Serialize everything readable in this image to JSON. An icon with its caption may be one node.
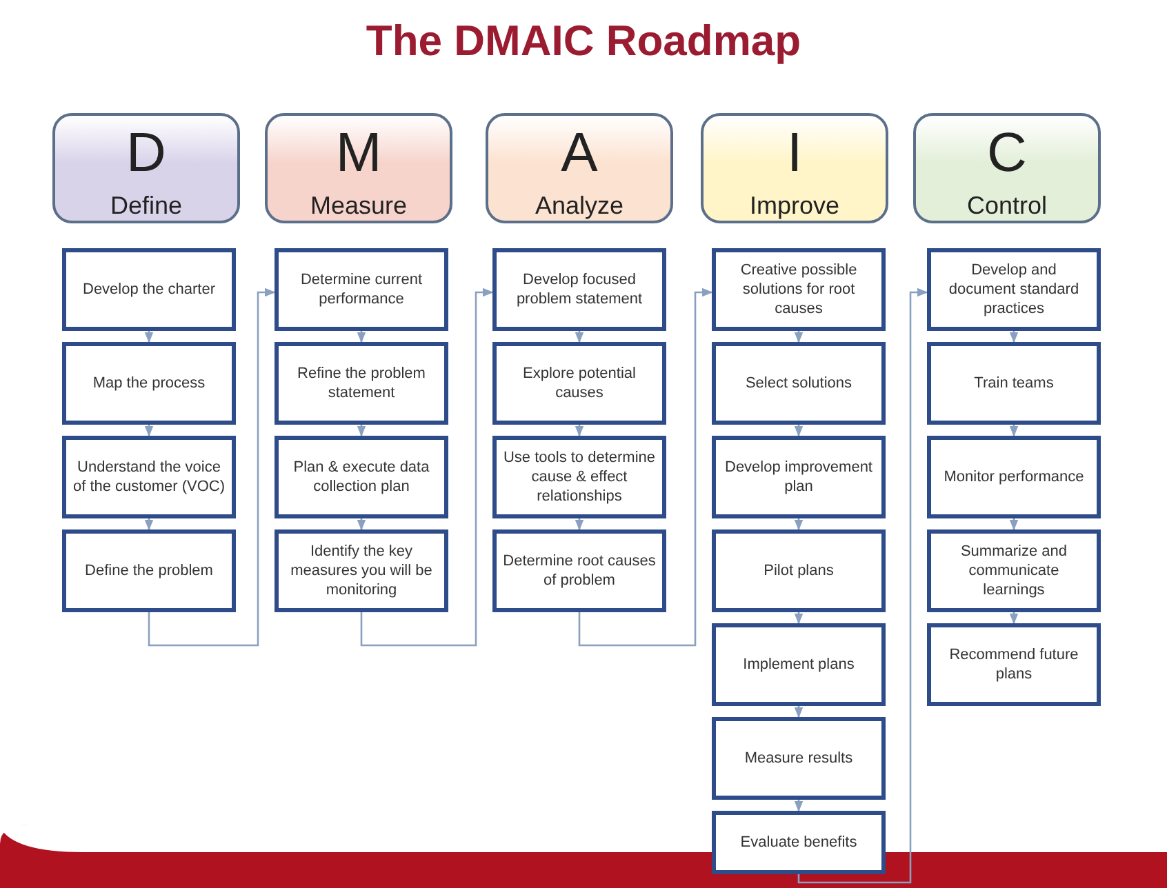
{
  "diagram": {
    "title": "The DMAIC Roadmap",
    "nodes": [
      {
        "text": [
          "D",
          "Define"
        ]
      },
      {
        "text": [
          "M",
          "Measure"
        ]
      },
      {
        "text": [
          "A",
          "Analyze"
        ]
      },
      {
        "text": [
          "I",
          "Improve"
        ]
      },
      {
        "text": [
          "C",
          "Control"
        ]
      },
      {
        "text": [
          "Develop the charter"
        ]
      },
      {
        "text": [
          "Map the process"
        ]
      },
      {
        "text": [
          "Understand the voice of the customer (VOC)"
        ]
      },
      {
        "text": [
          "Define the problem"
        ]
      },
      {
        "text": [
          "Determine current performance"
        ]
      },
      {
        "text": [
          "Refine the problem statement"
        ]
      },
      {
        "text": [
          "Plan & execute data collection plan"
        ]
      },
      {
        "text": [
          "Identify the key measures you will be monitoring"
        ]
      },
      {
        "text": [
          "Develop focused problem statement"
        ]
      },
      {
        "text": [
          "Explore potential causes"
        ]
      },
      {
        "text": [
          "Use tools to determine cause & effect relationships"
        ]
      },
      {
        "text": [
          "Determine root causes of problem"
        ]
      },
      {
        "text": [
          "Creative possible solutions for root causes"
        ]
      },
      {
        "text": [
          "Select solutions"
        ]
      },
      {
        "text": [
          "Develop improvement plan"
        ]
      },
      {
        "text": [
          "Pilot plans"
        ]
      },
      {
        "text": [
          "Implement plans"
        ]
      },
      {
        "text": [
          "Measure results"
        ]
      },
      {
        "text": [
          "Evaluate benefits"
        ]
      },
      {
        "text": [
          "Develop and document standard practices"
        ]
      },
      {
        "text": [
          "Train teams"
        ]
      },
      {
        "text": [
          "Monitor performance"
        ]
      },
      {
        "text": [
          "Summarize and communicate learnings"
        ]
      },
      {
        "text": [
          "Recommend future plans"
        ]
      }
    ],
    "edges": [
      {
        "from": 5,
        "to": 6,
        "arrow": "to"
      },
      {
        "from": 6,
        "to": 7,
        "arrow": "to"
      },
      {
        "from": 7,
        "to": 8,
        "arrow": "to"
      },
      {
        "from": 8,
        "to": 9,
        "arrow": "to"
      },
      {
        "from": 9,
        "to": 10,
        "arrow": "to"
      },
      {
        "from": 10,
        "to": 11,
        "arrow": "to"
      },
      {
        "from": 11,
        "to": 12,
        "arrow": "to"
      },
      {
        "from": 12,
        "to": 13,
        "arrow": "to"
      },
      {
        "from": 13,
        "to": 14,
        "arrow": "to"
      },
      {
        "from": 14,
        "to": 15,
        "arrow": "to"
      },
      {
        "from": 15,
        "to": 16,
        "arrow": "to"
      },
      {
        "from": 16,
        "to": 17,
        "arrow": "to"
      },
      {
        "from": 17,
        "to": 18,
        "arrow": "to"
      },
      {
        "from": 18,
        "to": 19,
        "arrow": "to"
      },
      {
        "from": 19,
        "to": 20,
        "arrow": "to"
      },
      {
        "from": 20,
        "to": 21,
        "arrow": "to"
      },
      {
        "from": 21,
        "to": 22,
        "arrow": "to"
      },
      {
        "from": 22,
        "to": 23,
        "arrow": "to"
      },
      {
        "from": 23,
        "to": 24,
        "arrow": "to"
      },
      {
        "from": 24,
        "to": 25,
        "arrow": "to"
      },
      {
        "from": 25,
        "to": 26,
        "arrow": "to"
      },
      {
        "from": 26,
        "to": 27,
        "arrow": "to"
      },
      {
        "from": 27,
        "to": 28,
        "arrow": "to"
      }
    ]
  }
}
